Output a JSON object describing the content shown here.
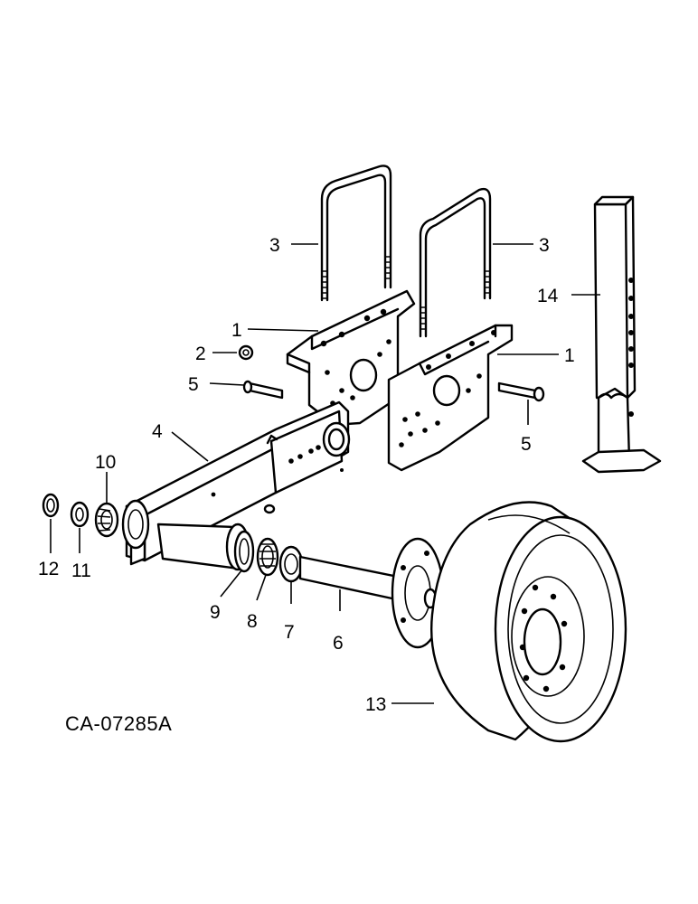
{
  "diagram": {
    "drawing_code": "CA-07285A",
    "callouts": [
      {
        "id": "c1a",
        "label": "1"
      },
      {
        "id": "c1b",
        "label": "1"
      },
      {
        "id": "c2",
        "label": "2"
      },
      {
        "id": "c3a",
        "label": "3"
      },
      {
        "id": "c3b",
        "label": "3"
      },
      {
        "id": "c4",
        "label": "4"
      },
      {
        "id": "c5a",
        "label": "5"
      },
      {
        "id": "c5b",
        "label": "5"
      },
      {
        "id": "c6",
        "label": "6"
      },
      {
        "id": "c7",
        "label": "7"
      },
      {
        "id": "c8",
        "label": "8"
      },
      {
        "id": "c9",
        "label": "9"
      },
      {
        "id": "c10",
        "label": "10"
      },
      {
        "id": "c11",
        "label": "11"
      },
      {
        "id": "c12",
        "label": "12"
      },
      {
        "id": "c13",
        "label": "13"
      },
      {
        "id": "c14",
        "label": "14"
      }
    ]
  }
}
